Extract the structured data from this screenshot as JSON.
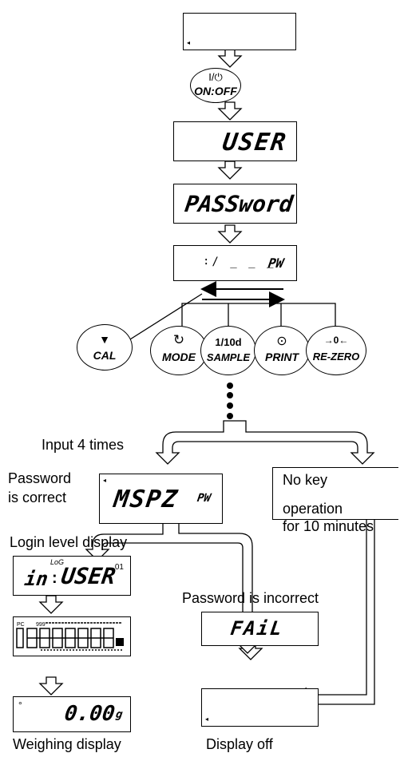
{
  "displays": {
    "top": "",
    "user": "USER",
    "password": "PASSword",
    "pw_tag": "PW",
    "entry_tag": "PW",
    "entry_code": "MSPZ",
    "login_small": "LoG",
    "login_in": "in",
    "login_user": "USER",
    "login_num": "01",
    "fail": "FAiL",
    "weigh_value": "0.00",
    "weigh_unit": "g",
    "bottom": ""
  },
  "keys": {
    "onoff_symbol": "I/⏻",
    "onoff": "ON:OFF",
    "cal_symbol": "▼",
    "cal": "CAL",
    "mode_symbol": "↻",
    "mode": "MODE",
    "sample_top": "1/10d",
    "sample": "SAMPLE",
    "print_symbol": "⊙",
    "print": "PRINT",
    "rezero_symbol": "→0←",
    "rezero": "RE-ZERO"
  },
  "labels": {
    "input_times": "Input 4 times",
    "password_correct_1": "Password",
    "password_correct_2": "is correct",
    "no_key_1": "No key",
    "no_key_2": "operation",
    "no_key_3": "for 10 minutes",
    "login_level": "Login level display",
    "password_incorrect": "Password is incorrect",
    "weighing_display": "Weighing display",
    "display_off": "Display off"
  }
}
